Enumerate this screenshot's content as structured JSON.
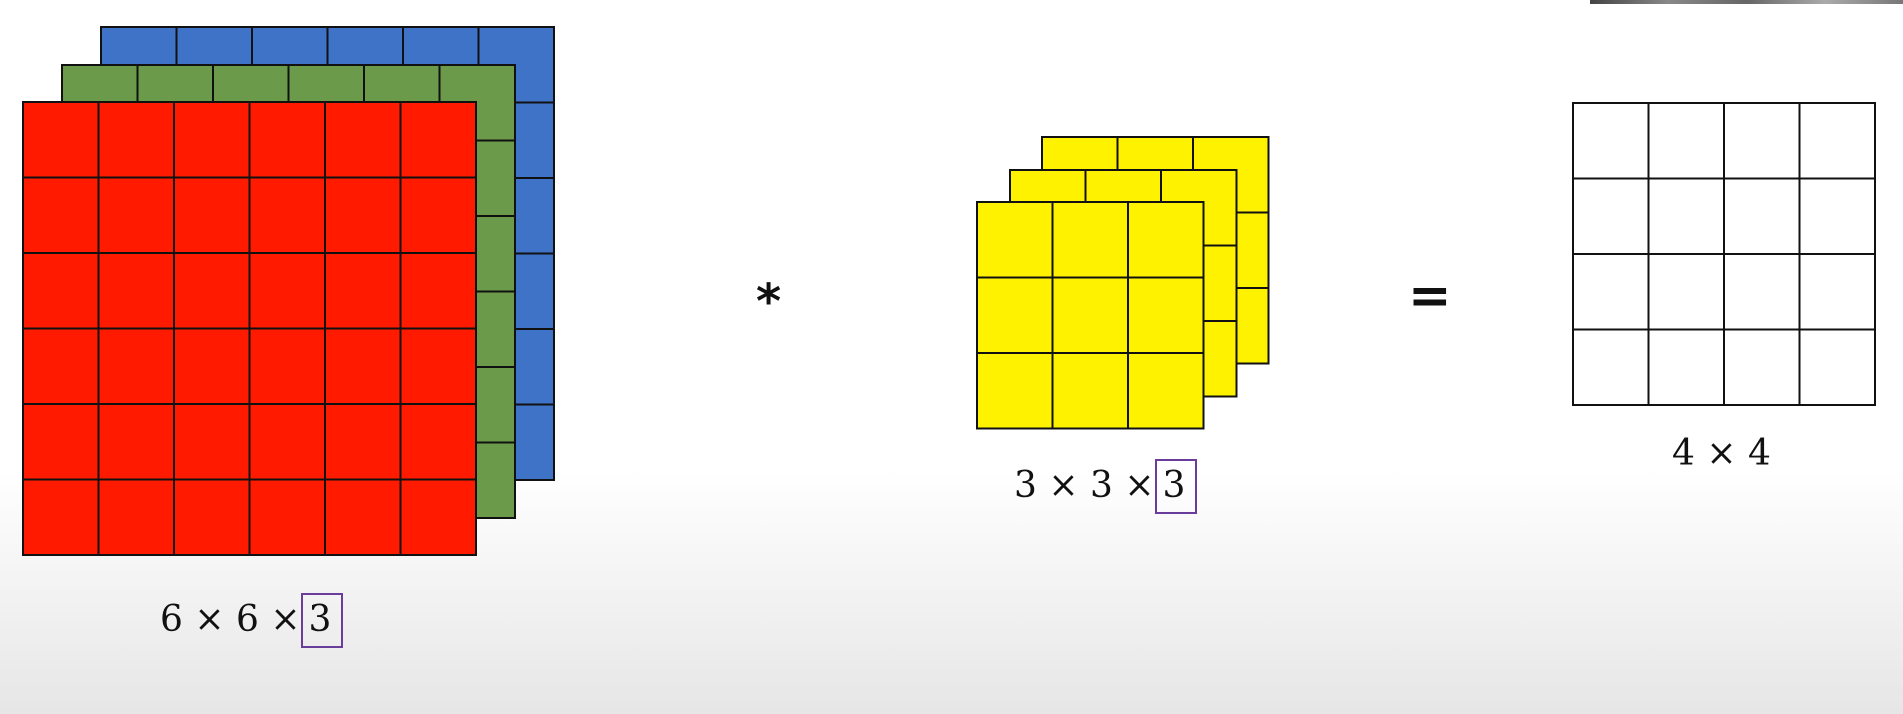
{
  "input": {
    "dim_a": "6",
    "dim_b": "6",
    "channels": "3",
    "times": "×",
    "colors": {
      "red": "#ff1a00",
      "green": "#6a9a4a",
      "blue": "#3f73c8"
    }
  },
  "filter": {
    "dim_a": "3",
    "dim_b": "3",
    "channels": "3",
    "times": "×",
    "colors": {
      "yellow": "#fff200"
    }
  },
  "output": {
    "dim_a": "4",
    "dim_b": "4",
    "times": "×"
  },
  "operators": {
    "convolve": "*",
    "equals": "="
  },
  "colors": {
    "grid_line": "#111111",
    "highlight_box": "#6a3d9a"
  }
}
